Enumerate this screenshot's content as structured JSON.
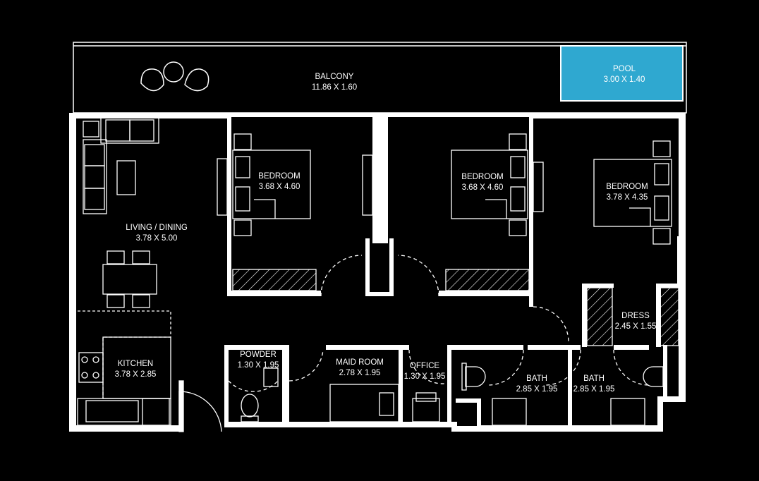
{
  "rooms": {
    "balcony": {
      "name": "BALCONY",
      "size": "11.86 X 1.60"
    },
    "pool": {
      "name": "POOL",
      "size": "3.00 X 1.40"
    },
    "living": {
      "name": "LIVING / DINING",
      "size": "3.78 X 5.00"
    },
    "bedroom1": {
      "name": "BEDROOM",
      "size": "3.68 X 4.60"
    },
    "bedroom2": {
      "name": "BEDROOM",
      "size": "3.68 X 4.60"
    },
    "bedroom3": {
      "name": "BEDROOM",
      "size": "3.78 X 4.35"
    },
    "dress": {
      "name": "DRESS",
      "size": "2.45 X 1.55"
    },
    "kitchen": {
      "name": "KITCHEN",
      "size": "3.78 X 2.85"
    },
    "powder": {
      "name": "POWDER",
      "size": "1.30 X 1.95"
    },
    "maid": {
      "name": "MAID ROOM",
      "size": "2.78 X 1.95"
    },
    "office": {
      "name": "OFFICE",
      "size": "1.30 X 1.95"
    },
    "bath1": {
      "name": "BATH",
      "size": "2.85 X 1.95"
    },
    "bath2": {
      "name": "BATH",
      "size": "2.85 X 1.95"
    }
  },
  "colors": {
    "wall": "#ffffff",
    "background": "#000000",
    "pool": "#2fa8d0"
  }
}
